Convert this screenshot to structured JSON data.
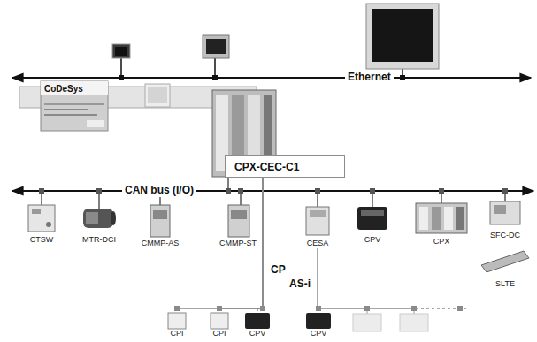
{
  "diagram": {
    "nodes": [
      {
        "text": [
          "CPX-CEC-C1"
        ]
      },
      {
        "text": [
          "CTSW"
        ]
      },
      {
        "text": [
          "MTR-DCI"
        ]
      },
      {
        "text": [
          "CMMP-AS"
        ]
      },
      {
        "text": [
          "CMMP-ST"
        ]
      },
      {
        "text": [
          "CESA"
        ]
      },
      {
        "text": [
          "CPV"
        ]
      },
      {
        "text": [
          "CPX"
        ]
      },
      {
        "text": [
          "SFC-DC"
        ]
      },
      {
        "text": [
          "SLTE"
        ]
      },
      {
        "text": [
          "CPI"
        ]
      },
      {
        "text": [
          "CPI"
        ]
      },
      {
        "text": [
          "CPV"
        ]
      },
      {
        "text": [
          "CPV"
        ]
      }
    ],
    "edges": [
      {
        "from": 0,
        "to": 10,
        "arrow": "none"
      },
      {
        "from": 0,
        "to": 11,
        "arrow": "none"
      },
      {
        "from": 0,
        "to": 12,
        "arrow": "none"
      },
      {
        "from": 5,
        "to": 13,
        "arrow": "none"
      }
    ],
    "labels": [
      "Ethernet",
      "CoDeSys",
      "CAN bus (I/O)",
      "CP",
      "AS-i"
    ]
  }
}
